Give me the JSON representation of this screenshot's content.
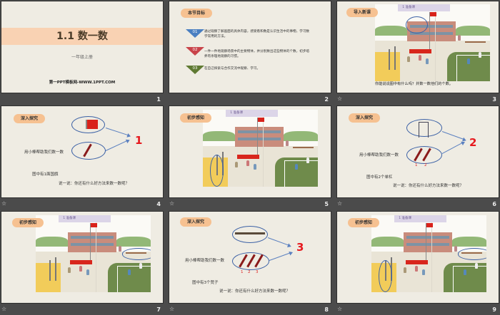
{
  "slides": [
    {
      "number": "1",
      "title": "1.1  数一数",
      "subtitle": "一年级上册",
      "site": "第一PPT模板网-WWW.1PPT.COM"
    },
    {
      "number": "2",
      "tag": "本节目标",
      "goals": [
        {
          "index": "01",
          "text": "通过观察了解画面的具体内容，感受看和数是认识生活中的事物，学习数学常用的方法。",
          "color": "#4a7fc1"
        },
        {
          "index": "02",
          "text": "一件一件地观察场景中的主要物体，并分别数出这些物体的个数，初步培养有条理地观察的习惯。",
          "color": "#c9444a"
        },
        {
          "index": "03",
          "text": "在自己探索与合作交流中观察、学习。",
          "color": "#5f7a32"
        }
      ]
    },
    {
      "number": "3",
      "tag": "导入新课",
      "book_tab": "准备课",
      "book_tab_no": "1",
      "caption": "你能说说图中有什么吗？并数一数他们的个数。"
    },
    {
      "number": "4",
      "tag": "深入探究",
      "prompt": "用小棒帮助我们数一数",
      "count": "1",
      "fact": "图中有1面国旗",
      "question": "说一说：你还有什么好方法来数一数呢？"
    },
    {
      "number": "5",
      "tag": "初步感知",
      "book_tab": "准备课",
      "book_tab_no": "1"
    },
    {
      "number": "6",
      "tag": "深入探究",
      "prompt": "用小棒帮助我们数一数",
      "count": "2",
      "labels": [
        "1",
        "2"
      ],
      "fact": "图中有2个单杠",
      "question": "说一说：你还有什么好方法来数一数呢？"
    },
    {
      "number": "7",
      "tag": "初步感知",
      "book_tab": "准备课",
      "book_tab_no": "1"
    },
    {
      "number": "8",
      "tag": "深入探究",
      "prompt": "用小棒帮助我们数一数",
      "count": "3",
      "labels": [
        "1",
        "2",
        "3"
      ],
      "fact": "图中有3个凳子",
      "question": "说一说：你还有什么好方法来数一数呢？"
    },
    {
      "number": "9",
      "tag": "初步感知",
      "book_tab": "准备课",
      "book_tab_no": "1"
    }
  ],
  "animation_icon": "☆"
}
